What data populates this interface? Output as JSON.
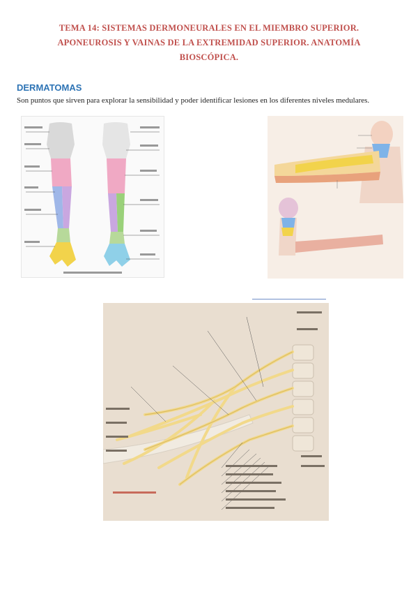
{
  "title": {
    "line1": "TEMA 14: SISTEMAS DERMONEURALES EN EL MIEMBRO SUPERIOR.",
    "line2": "APONEUROSIS Y VAINAS DE LA EXTREMIDAD SUPERIOR. ANATOMÍA",
    "line3": "BIOSCÓPICA."
  },
  "section": {
    "heading": "DERMATOMAS",
    "text": "Son puntos que sirven para explorar la sensibilidad y poder identificar lesiones en los diferentes niveles medulares."
  },
  "colors": {
    "title": "#c0504d",
    "heading": "#2e74b5",
    "c5": "#f6c28b",
    "c6": "#f2d34b",
    "c7": "#e57aa6",
    "c8": "#9fb7e8",
    "t1": "#c9a7e0",
    "plexus_bg": "#e9ded0",
    "nerve": "#f2d98a"
  }
}
